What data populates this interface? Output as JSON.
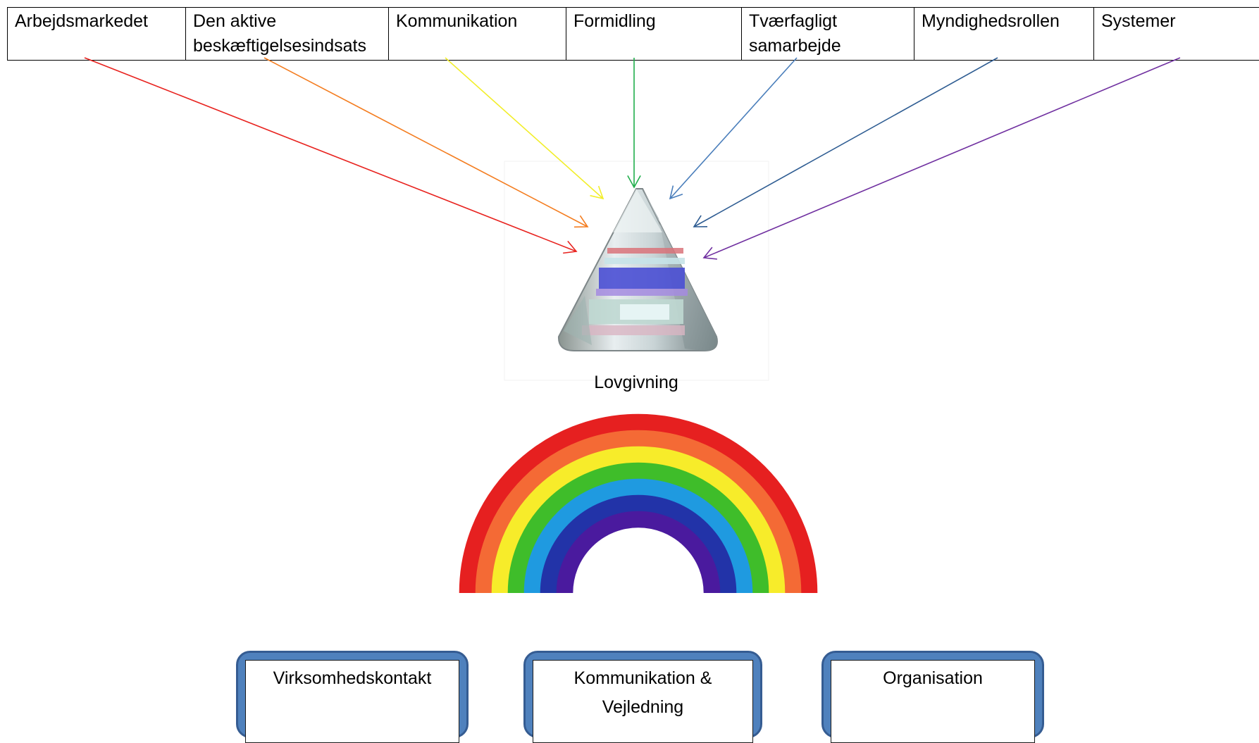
{
  "top_topics": [
    {
      "label": "Arbejdsmarkedet",
      "arrow_color": "#e8231f"
    },
    {
      "label": "Den aktive beskæftigelsesindsats",
      "arrow_color": "#f47d20"
    },
    {
      "label": "Kommunikation",
      "arrow_color": "#f2ee2a"
    },
    {
      "label": "Formidling",
      "arrow_color": "#1fae4b"
    },
    {
      "label": "Tværfagligt samarbejde",
      "arrow_color": "#4a7ebb"
    },
    {
      "label": "Myndighedsrollen",
      "arrow_color": "#2e5c92"
    },
    {
      "label": "Systemer",
      "arrow_color": "#7030a0"
    }
  ],
  "prism": {
    "label": "Lovgivning"
  },
  "rainbow": {
    "bands": [
      "#e62020",
      "#f46a35",
      "#f7ec2a",
      "#3fbd2a",
      "#1f9ae0",
      "#2233a8",
      "#4a1a9e"
    ]
  },
  "bottom_boxes": [
    {
      "label": "Virksomhedskontakt"
    },
    {
      "label": "Kommunikation & Vejledning"
    },
    {
      "label": "Organisation"
    }
  ],
  "colors": {
    "box_fill": "#4f81bd",
    "box_border": "#355c92"
  }
}
